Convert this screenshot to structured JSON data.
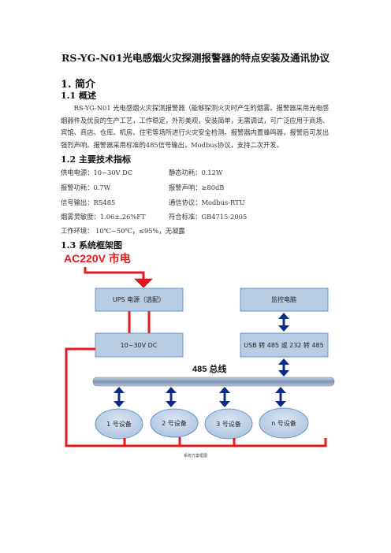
{
  "doc": {
    "title": "RS-YG-N01光电感烟火灾探测报警器的特点安装及通讯协议",
    "sec1": "1.   简介",
    "sec11": "1.1  概述",
    "overview": "RS-YG-N01 光电感烟火灾探测报警器（能够探测火灾时产生的烟雾。报警器采用光电感烟器件及优良的生产工艺，工作稳定，外形美观，安装简单，无需调试，可广泛应用于商场、宾馆、商店、仓库、机房、住宅等场所进行火灾安全检测。报警器内置蜂鸣器，报警后可发出强烈声响。报警器采用标准的485信号输出，Modbus协议，支持二次开发。",
    "sec12": "1.2  主要技术指标",
    "specs": [
      {
        "a": "供电电源：10~30V DC",
        "b": "静态功耗：0.12W"
      },
      {
        "a": "报警功耗：0.7W",
        "b": "报警声响：≥80dB"
      },
      {
        "a": "信号输出：RS485",
        "b": "通信协议：Modbus-RTU"
      },
      {
        "a": "烟雾灵敏度：1.06±.26%FT",
        "b": "符合标准：GB4715-2005"
      },
      {
        "a": "工作环境：   10℃~50℃，≤95%，无凝露",
        "b": ""
      }
    ],
    "sec13": "1.3  系统框架图"
  },
  "diagram": {
    "ac_label": "AC220V 市电",
    "ups_label": "UPS 电源（选配）",
    "monitor_label": "监控电脑",
    "dc_label": "10~30V DC",
    "usb_label": "USB 转 485 或 232 转 485",
    "bus_label": "485 总线",
    "devices": [
      "1 号设备",
      "2 号设备",
      "3 号设备",
      "n 号设备"
    ],
    "caption": "系统方案框图",
    "colors": {
      "box_fill": "#b8cce4",
      "box_stroke": "#4f81bd",
      "red": "#e8191a",
      "blue_arrow": "#0b2a8a",
      "bus": "#8ea2be"
    }
  }
}
